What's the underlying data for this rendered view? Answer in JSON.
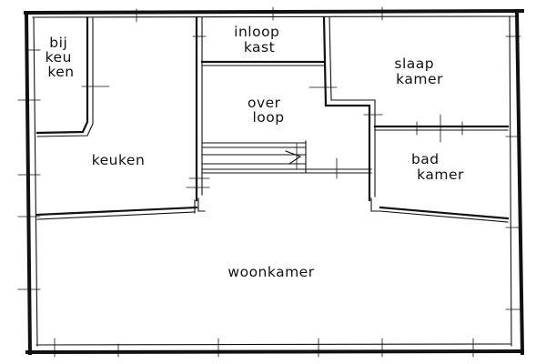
{
  "rooms": {
    "bijkeuken": [
      "bij",
      "keu",
      "ken"
    ],
    "inloopkast": [
      "inloop",
      "kast"
    ],
    "slaapkamer": [
      "slaap",
      "kamer"
    ],
    "overloop": [
      "over",
      "loop"
    ],
    "keuken": [
      "keuken"
    ],
    "badkamer": [
      "bad",
      "kamer"
    ],
    "woonkamer": [
      "woonkamer"
    ]
  },
  "colors": {
    "ink": "#111111",
    "paper": "#ffffff"
  }
}
